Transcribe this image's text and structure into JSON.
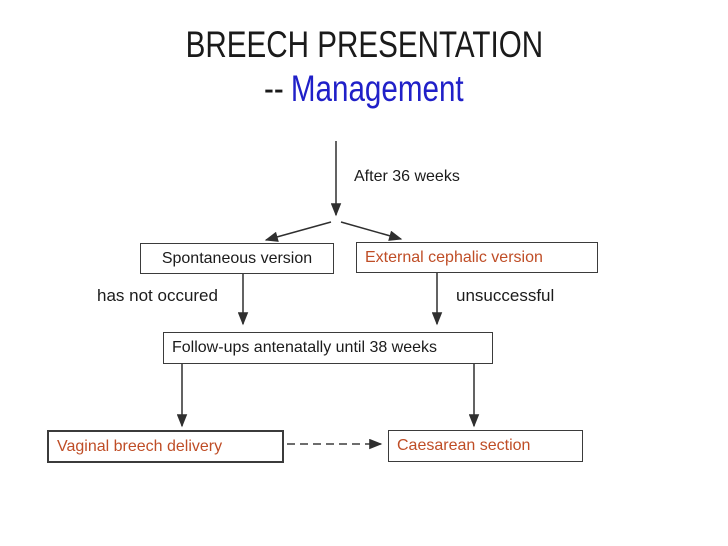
{
  "slide": {
    "title_line1": "BREECH PRESENTATION",
    "title_line2_prefix": "--",
    "title_line2_word": "Management"
  },
  "flowchart": {
    "labels": {
      "after": "After 36 weeks",
      "has_not_occured": "has not occured",
      "unsuccessful": "unsuccessful"
    },
    "nodes": {
      "spontaneous": "Spontaneous version",
      "external": "External cephalic version",
      "followups": "Follow-ups antenatally until 38 weeks",
      "vaginal": "Vaginal breech delivery",
      "caesarean": "Caesarean section"
    }
  },
  "colors": {
    "title_blue": "#2020c8",
    "accent_red": "#bf4d26",
    "text_black": "#1b1b1b",
    "line_gray": "#2f2f2f",
    "background": "#ffffff"
  }
}
